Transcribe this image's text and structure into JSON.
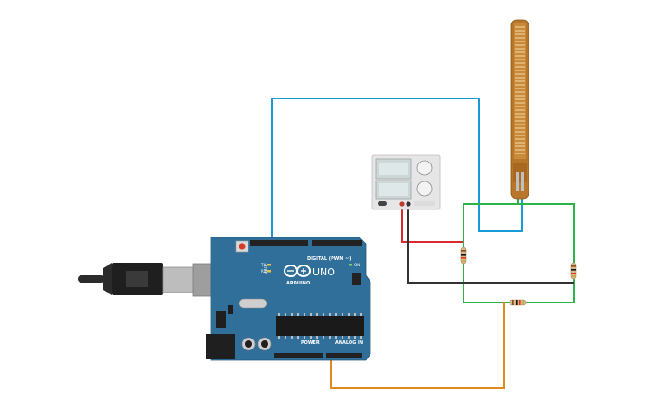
{
  "board": {
    "brand": "ARDUINO",
    "model": "UNO",
    "digital_label": "DIGITAL (PWM ~)",
    "power_label": "POWER",
    "analog_label": "ANALOG IN",
    "on_label": "ON",
    "tx_label": "TX",
    "rx_label": "RX",
    "board_color": "#2f6f99"
  },
  "wires": {
    "signal_color": "#1a9ad6",
    "power_color": "#2db34a",
    "ground_color": "#333333",
    "red_color": "#d92b2b",
    "analog_color": "#e08a1e"
  }
}
